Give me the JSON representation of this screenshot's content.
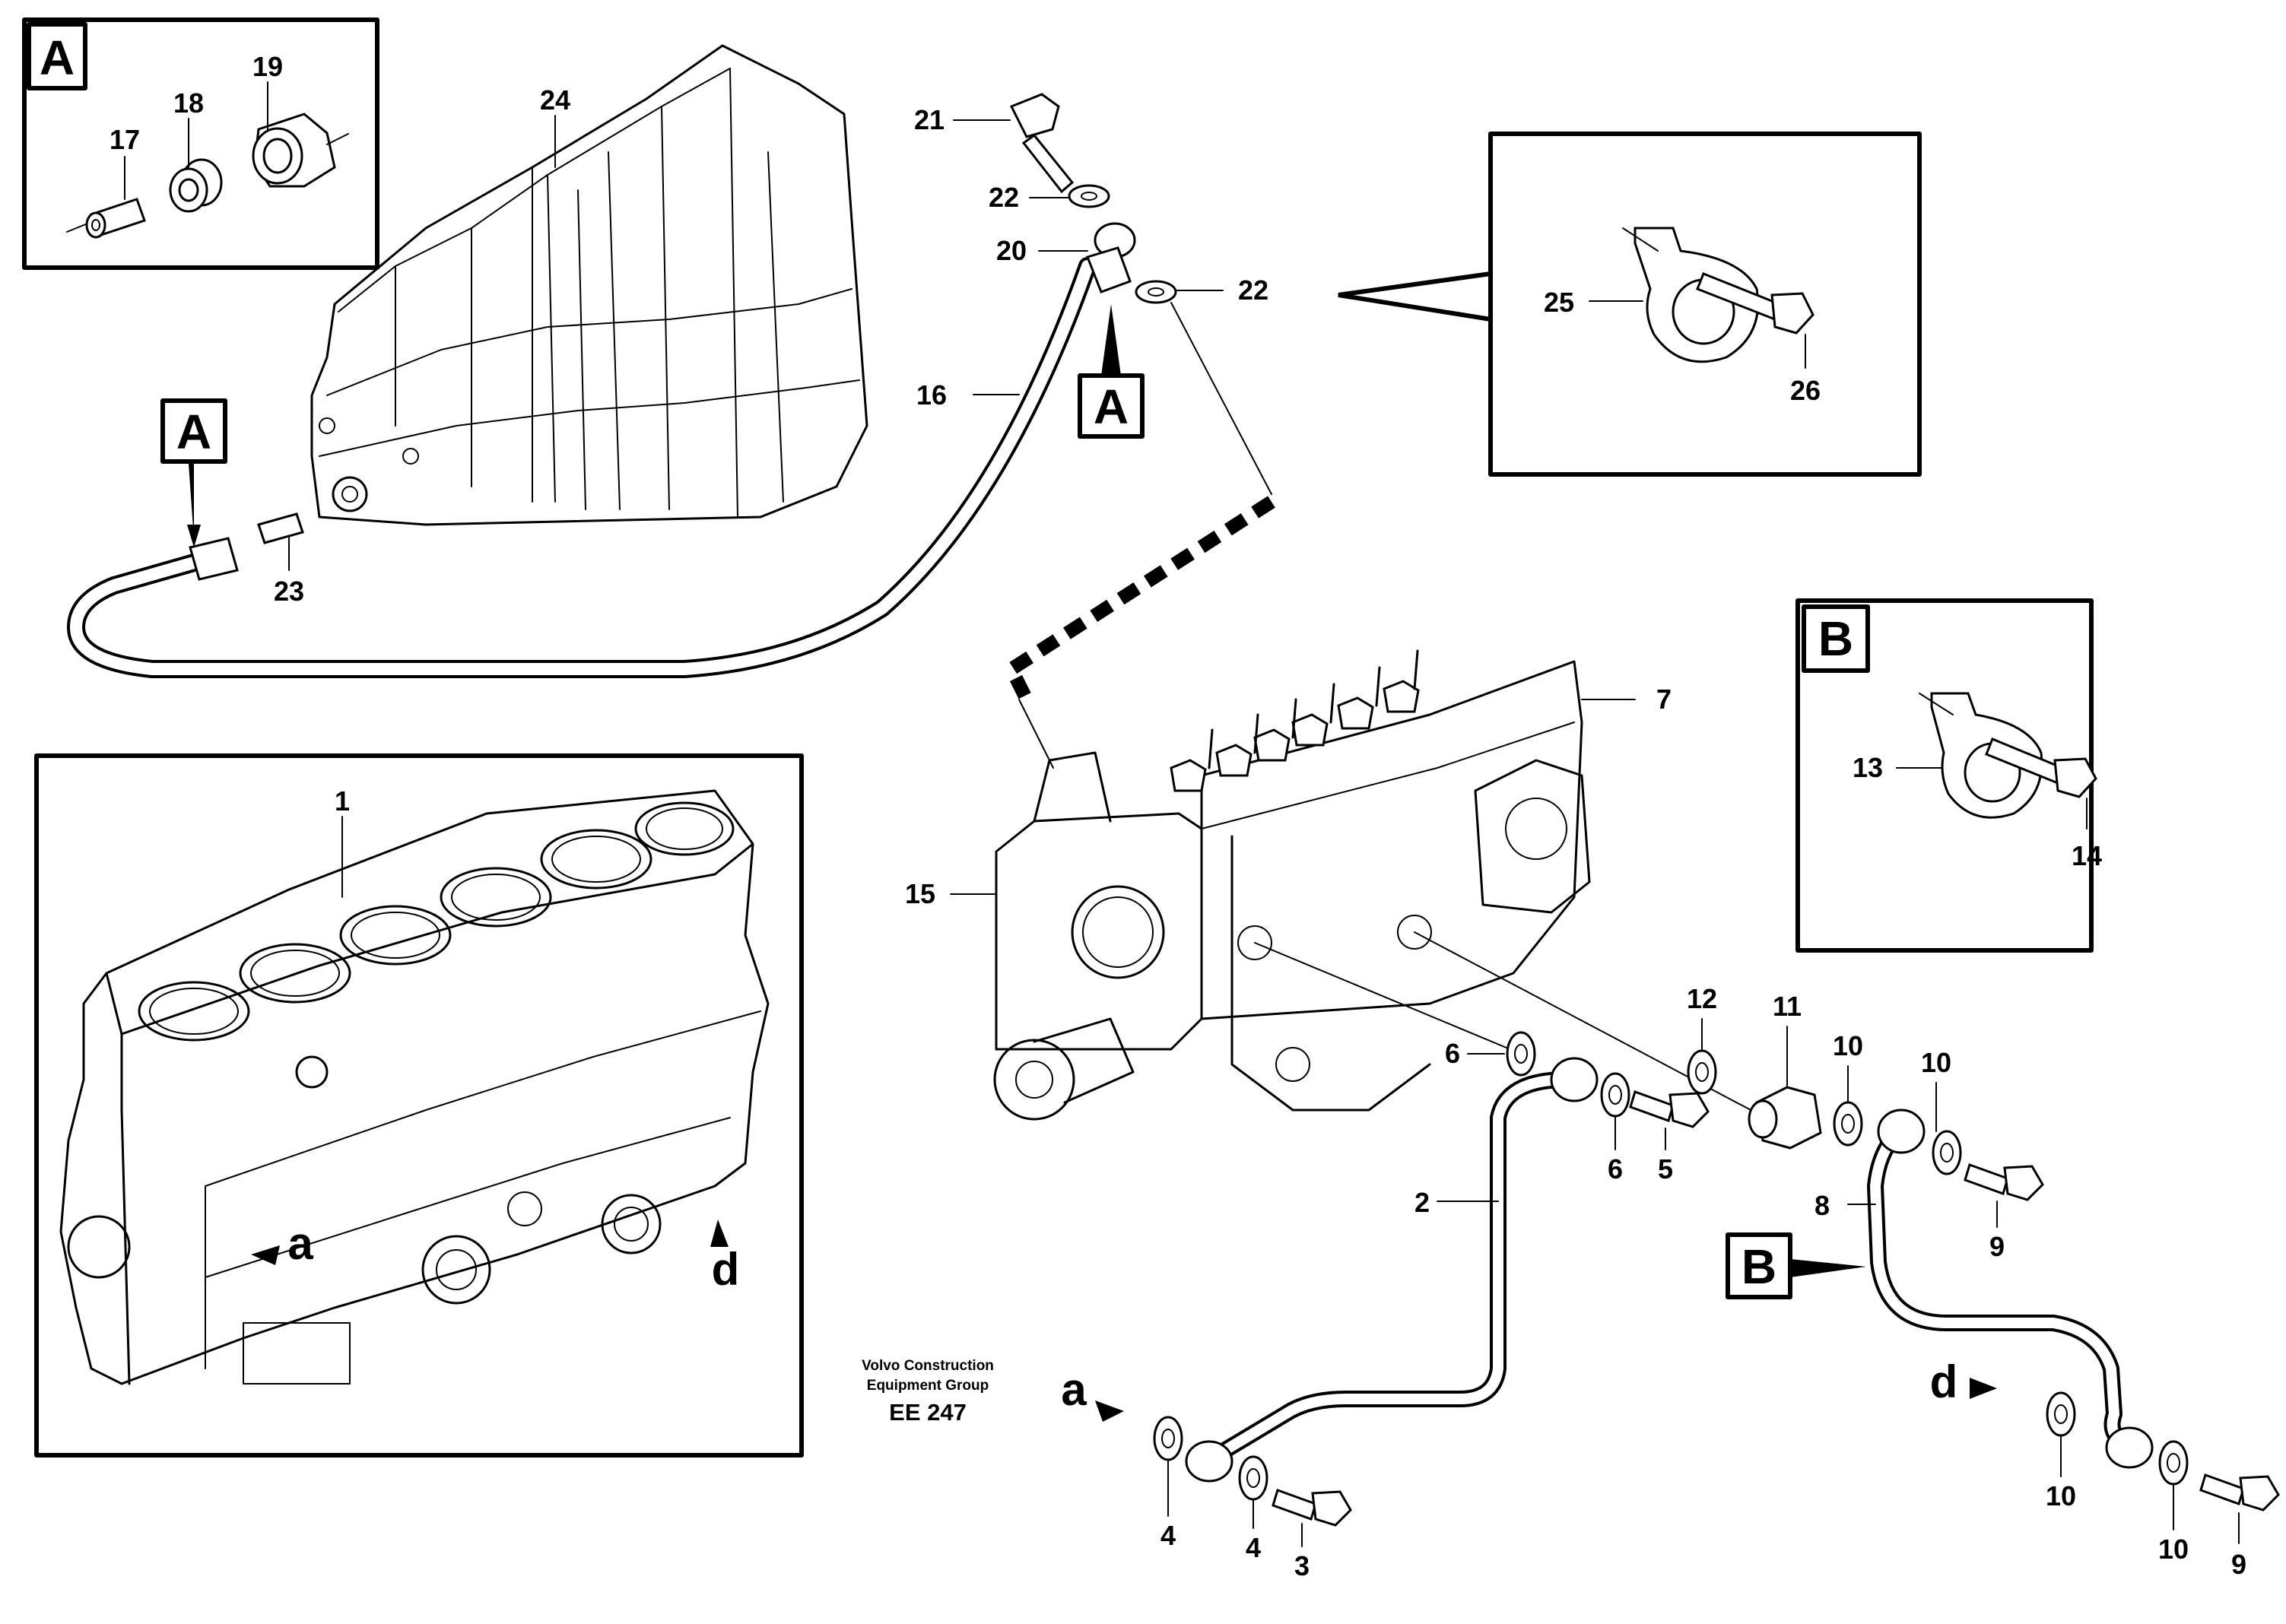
{
  "part_numbers": {
    "p1": "1",
    "p2": "2",
    "p3": "3",
    "p4a": "4",
    "p4b": "4",
    "p5": "5",
    "p6a": "6",
    "p6b": "6",
    "p7": "7",
    "p8": "8",
    "p9a": "9",
    "p9b": "9",
    "p10a": "10",
    "p10b": "10",
    "p10c": "10",
    "p10d": "10",
    "p11": "11",
    "p12": "12",
    "p13": "13",
    "p14": "14",
    "p15": "15",
    "p16": "16",
    "p17": "17",
    "p18": "18",
    "p19": "19",
    "p20": "20",
    "p21": "21",
    "p22a": "22",
    "p22b": "22",
    "p23": "23",
    "p24": "24",
    "p25": "25",
    "p26": "26"
  },
  "view_letters": {
    "detail_a_box": "A",
    "callout_a_left": "A",
    "callout_a_center": "A",
    "detail_b_box": "B",
    "callout_b": "B"
  },
  "connection_markers": {
    "a_on_block": "a",
    "d_on_block": "d",
    "a_on_pipe": "a",
    "d_on_pipe": "d"
  },
  "credit": {
    "line1": "Volvo Construction",
    "line2": "Equipment Group",
    "code": "EE 247"
  },
  "icons": [
    "engine-block-drawing",
    "injection-pump-drawing",
    "valve-cover-drawing",
    "hose-clamp-drawing",
    "banjo-bolt-drawing",
    "washer-drawing"
  ]
}
